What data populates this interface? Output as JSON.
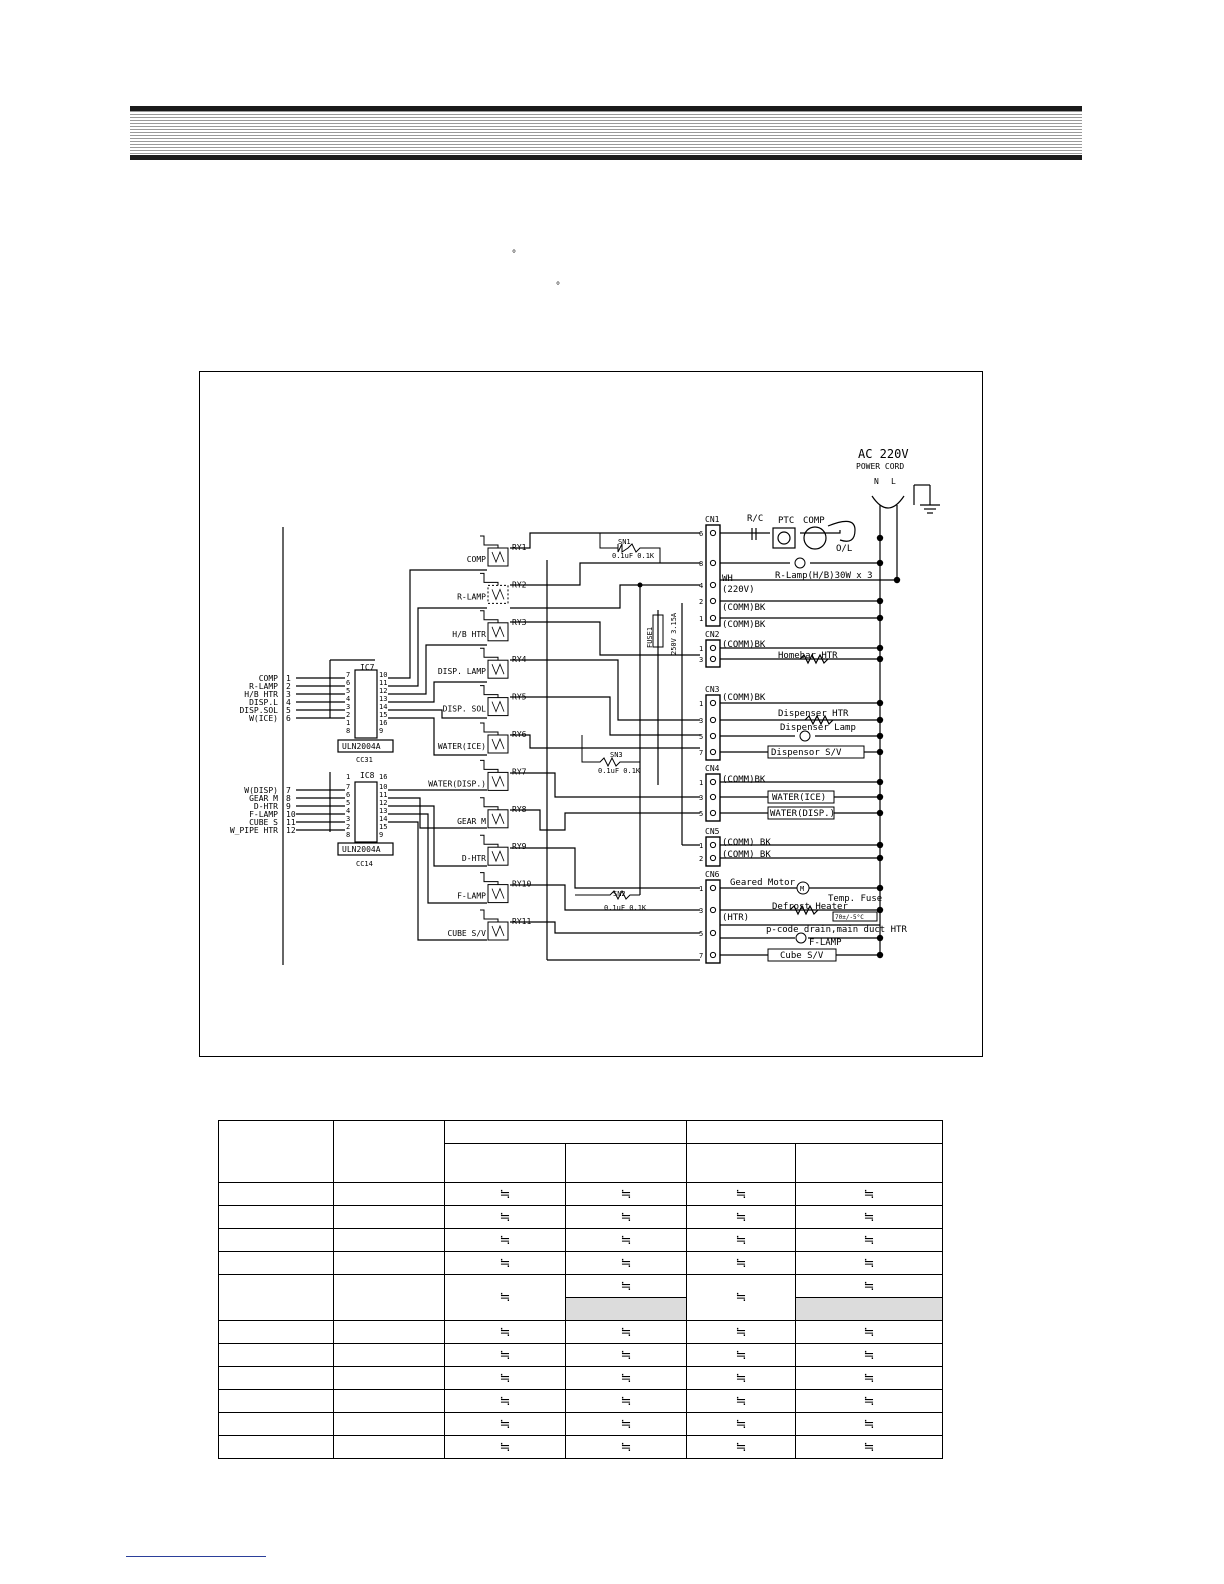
{
  "header": {
    "title": ""
  },
  "intro": {
    "degree_mark_1": "°",
    "degree_mark_2": "°"
  },
  "diagram": {
    "power": {
      "title": "AC 220V",
      "subtitle": "POWER CORD",
      "n": "N",
      "l": "L"
    },
    "ic7": {
      "name": "IC7",
      "part": "ULN2004A",
      "cap": "CC31"
    },
    "ic8": {
      "name": "IC8",
      "part": "ULN2004A",
      "cap": "CC14"
    },
    "inputs_ic7": [
      {
        "num": "1",
        "label": "COMP"
      },
      {
        "num": "2",
        "label": "R-LAMP"
      },
      {
        "num": "3",
        "label": "H/B HTR"
      },
      {
        "num": "4",
        "label": "DISP.L"
      },
      {
        "num": "5",
        "label": "DISP.SOL"
      },
      {
        "num": "6",
        "label": "W(ICE)"
      }
    ],
    "inputs_ic8": [
      {
        "num": "7",
        "label": "W(DISP)"
      },
      {
        "num": "8",
        "label": "GEAR M"
      },
      {
        "num": "9",
        "label": "D-HTR"
      },
      {
        "num": "10",
        "label": "F-LAMP"
      },
      {
        "num": "11",
        "label": "CUBE S"
      },
      {
        "num": "12",
        "label": "W_PIPE HTR"
      }
    ],
    "ic7_left_pins": [
      "7",
      "6",
      "5",
      "4",
      "3",
      "2",
      "1",
      "8"
    ],
    "ic7_right_pins": [
      "10",
      "11",
      "12",
      "13",
      "14",
      "15",
      "16",
      "9"
    ],
    "ic8_left_pins": [
      "1",
      "7",
      "6",
      "5",
      "4",
      "3",
      "2",
      "8"
    ],
    "ic8_right_pins": [
      "16",
      "10",
      "11",
      "12",
      "13",
      "14",
      "15",
      "9"
    ],
    "relays": [
      {
        "id": "RY1",
        "label": "COMP"
      },
      {
        "id": "RY2",
        "label": "R-LAMP"
      },
      {
        "id": "RY3",
        "label": "H/B HTR"
      },
      {
        "id": "RY4",
        "label": "DISP. LAMP"
      },
      {
        "id": "RY5",
        "label": "DISP. SOL"
      },
      {
        "id": "RY6",
        "label": "WATER(ICE)"
      },
      {
        "id": "RY7",
        "label": "WATER(DISP.)"
      },
      {
        "id": "RY8",
        "label": "GEAR M"
      },
      {
        "id": "RY9",
        "label": "D-HTR"
      },
      {
        "id": "RY10",
        "label": "F-LAMP"
      },
      {
        "id": "RY11",
        "label": "CUBE S/V"
      }
    ],
    "snubbers": [
      {
        "id": "SN1",
        "value": "0.1uF 0.1K"
      },
      {
        "id": "SN3",
        "value": "0.1uF 0.1K"
      },
      {
        "id": "SN2",
        "value": "0.1uF 0.1K"
      }
    ],
    "fuse": {
      "id": "FUSE1",
      "rating": "250V 3.15A"
    },
    "connectors": {
      "cn1": {
        "name": "CN1",
        "pins": [
          "6",
          "8",
          "4",
          "2",
          "1"
        ]
      },
      "cn2": {
        "name": "CN2",
        "pins": [
          "1",
          "3"
        ]
      },
      "cn3": {
        "name": "CN3",
        "pins": [
          "1",
          "3",
          "5",
          "7"
        ]
      },
      "cn4": {
        "name": "CN4",
        "pins": [
          "1",
          "3",
          "5"
        ]
      },
      "cn5": {
        "name": "CN5",
        "pins": [
          "1",
          "2"
        ]
      },
      "cn6": {
        "name": "CN6",
        "pins": [
          "1",
          "3",
          "5",
          "7"
        ]
      }
    },
    "loads": {
      "rc": "R/C",
      "ptc": "PTC",
      "comp": "COMP",
      "ol": "O/L",
      "rlamp": "R-Lamp(H/B)30W x 3",
      "wh": "WH",
      "wh220": "(220V)",
      "comm_bk": "(COMM)BK",
      "homebar": "Homebar HTR",
      "disp_htr": "Dispenser HTR",
      "disp_lamp": "Dispenser Lamp",
      "disp_sv": "Dispensor S/V",
      "water_ice": "WATER(ICE)",
      "water_disp": "WATER(DISP.)",
      "comm_bk_spaced": "(COMM) BK",
      "geared_motor": "Geared Motor",
      "temp_fuse": "Temp. Fuse",
      "defrost": "Defrost Heater",
      "temp_fuse_rating": "70±/-5°C",
      "htr": "(HTR)",
      "pcode": "p-code drain,main duct HTR",
      "flamp": "F-LAMP",
      "cube_sv": "Cube S/V",
      "m": "M"
    }
  },
  "table": {
    "approx_symbol": "≒"
  }
}
